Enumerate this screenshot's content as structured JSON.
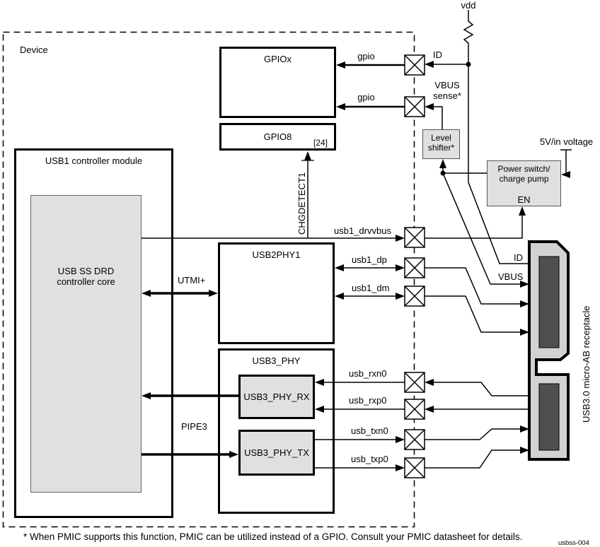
{
  "device_label": "Device",
  "blocks": {
    "usb1_module": "USB1 controller module",
    "core_line1": "USB SS DRD",
    "core_line2": "controller core",
    "gpiox": "GPIOx",
    "gpio8": "GPIO8",
    "gpio8_bus_width": "[24]",
    "usb2phy1": "USB2PHY1",
    "usb3_phy": "USB3_PHY",
    "usb3_phy_rx": "USB3_PHY_RX",
    "usb3_phy_tx": "USB3_PHY_TX",
    "level_shifter_line1": "Level",
    "level_shifter_line2": "shifter*",
    "power_switch_line1": "Power switch/",
    "power_switch_line2": "charge pump",
    "power_switch_en": "EN"
  },
  "signals": {
    "gpio_top": "gpio",
    "gpio_bottom": "gpio",
    "chgdetect1": "CHGDETECT1",
    "usb1_drvvbus": "usb1_drvvbus",
    "usb1_dp": "usb1_dp",
    "usb1_dm": "usb1_dm",
    "usb_rxn0": "usb_rxn0",
    "usb_rxp0": "usb_rxp0",
    "usb_txn0": "usb_txn0",
    "usb_txp0": "usb_txp0",
    "utmi": "UTMI+",
    "pipe3": "PIPE3"
  },
  "power": {
    "vdd": "vdd",
    "supply_5v": "5V/in voltage",
    "id_pad": "ID",
    "vbus_sense_line1": "VBUS",
    "vbus_sense_line2": "sense*",
    "receptacle_id": "ID",
    "receptacle_vbus": "VBUS"
  },
  "receptacle_label": "USB3.0 micro-AB receptacle",
  "footnote": "* When PMIC supports this function, PMIC can be utilized instead of a GPIO. Consult your PMIC datasheet for details.",
  "figure_id": "usbss-004",
  "colors": {
    "block_fill": "#e0e0e0",
    "receptacle_fill": "#d2d2d2",
    "slot_fill": "#4f4f4f",
    "line": "#000000"
  }
}
